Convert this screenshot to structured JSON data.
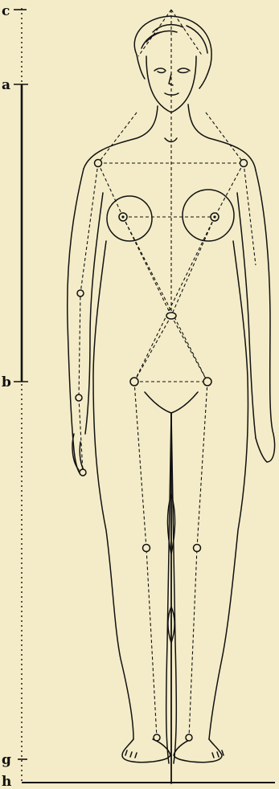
{
  "diagram": {
    "labels": {
      "c": "c",
      "a": "a",
      "b": "b",
      "g": "g",
      "h": "h"
    },
    "colors": {
      "paper": "#f4ecc8",
      "ink": "#111111"
    }
  }
}
